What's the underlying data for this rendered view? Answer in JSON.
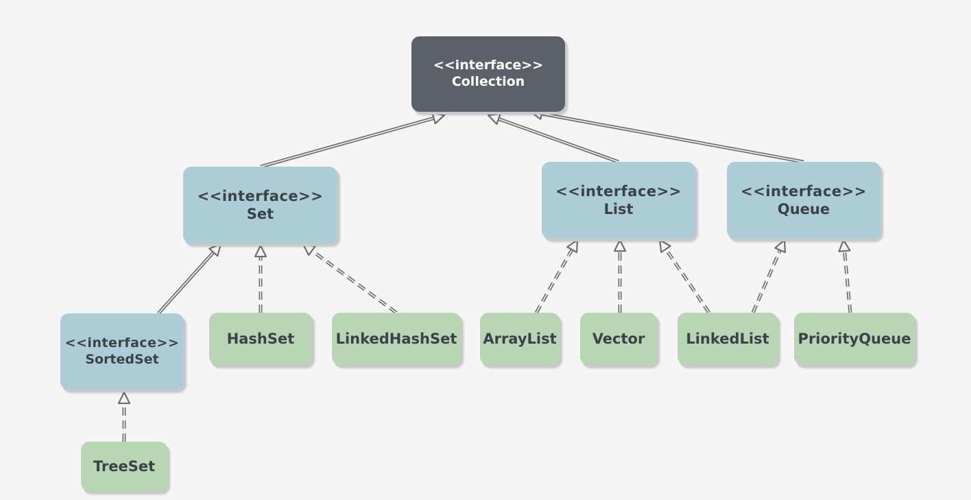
{
  "nodes": {
    "collection": {
      "stereotype": "<<interface>>",
      "name": "Collection"
    },
    "set": {
      "stereotype": "<<interface>>",
      "name": "Set"
    },
    "list": {
      "stereotype": "<<interface>>",
      "name": "List"
    },
    "queue": {
      "stereotype": "<<interface>>",
      "name": "Queue"
    },
    "sortedset": {
      "stereotype": "<<interface>>",
      "name": "SortedSet"
    },
    "hashset": {
      "name": "HashSet"
    },
    "linkedhashset": {
      "name": "LinkedHashSet"
    },
    "arraylist": {
      "name": "ArrayList"
    },
    "vector": {
      "name": "Vector"
    },
    "linkedlist": {
      "name": "LinkedList"
    },
    "priorityqueue": {
      "name": "PriorityQueue"
    },
    "treeset": {
      "name": "TreeSet"
    }
  },
  "edges": [
    {
      "from": "set",
      "to": "collection",
      "kind": "extends"
    },
    {
      "from": "list",
      "to": "collection",
      "kind": "extends"
    },
    {
      "from": "queue",
      "to": "collection",
      "kind": "extends"
    },
    {
      "from": "sortedset",
      "to": "set",
      "kind": "extends"
    },
    {
      "from": "hashset",
      "to": "set",
      "kind": "implements"
    },
    {
      "from": "linkedhashset",
      "to": "set",
      "kind": "implements"
    },
    {
      "from": "arraylist",
      "to": "list",
      "kind": "implements"
    },
    {
      "from": "vector",
      "to": "list",
      "kind": "implements"
    },
    {
      "from": "linkedlist",
      "to": "list",
      "kind": "implements"
    },
    {
      "from": "linkedlist",
      "to": "queue",
      "kind": "implements"
    },
    {
      "from": "priorityqueue",
      "to": "queue",
      "kind": "implements"
    },
    {
      "from": "treeset",
      "to": "sortedset",
      "kind": "implements"
    }
  ],
  "colors": {
    "background": "#f5f5f5",
    "root_fill": "#5c6069",
    "interface_fill": "#adcdd6",
    "class_fill": "#b9d6b4",
    "edge": "#6e6e6e"
  }
}
